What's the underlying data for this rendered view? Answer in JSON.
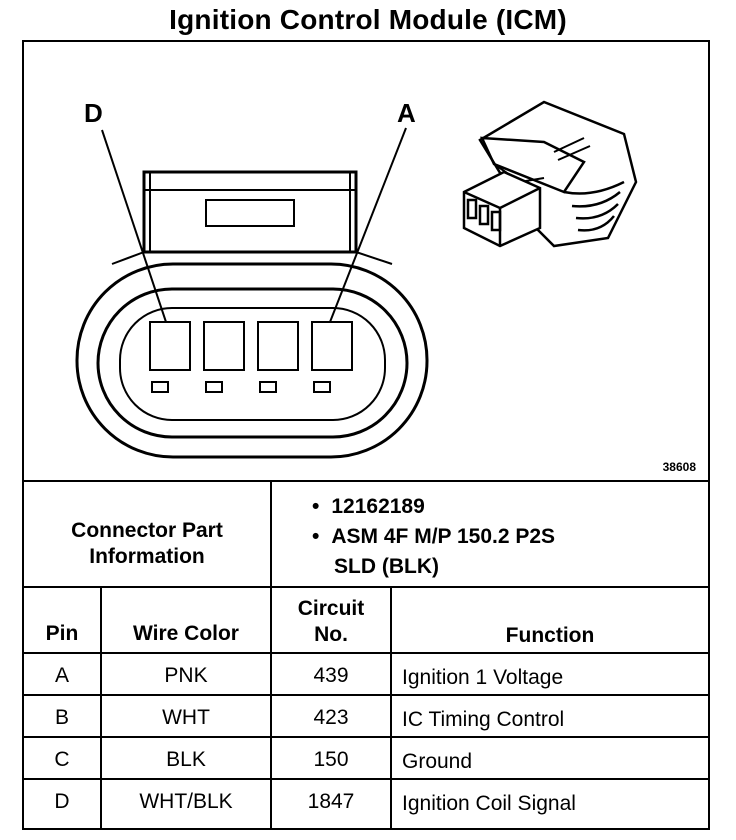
{
  "title": "Ignition Control Module (ICM)",
  "diagram": {
    "pin_label_left": "D",
    "pin_label_right": "A",
    "figure_id": "38608"
  },
  "connector_info": {
    "label_line1": "Connector Part",
    "label_line2": "Information",
    "part_number": "12162189",
    "description_line1": "ASM 4F M/P 150.2 P2S",
    "description_line2": "SLD (BLK)"
  },
  "table": {
    "headers": {
      "pin": "Pin",
      "wire_color": "Wire Color",
      "circuit_line1": "Circuit",
      "circuit_line2": "No.",
      "function": "Function"
    },
    "rows": [
      {
        "pin": "A",
        "wire_color": "PNK",
        "circuit": "439",
        "function": "Ignition 1 Voltage"
      },
      {
        "pin": "B",
        "wire_color": "WHT",
        "circuit": "423",
        "function": "IC Timing Control"
      },
      {
        "pin": "C",
        "wire_color": "BLK",
        "circuit": "150",
        "function": "Ground"
      },
      {
        "pin": "D",
        "wire_color": "WHT/BLK",
        "circuit": "1847",
        "function": "Ignition Coil Signal"
      }
    ]
  }
}
